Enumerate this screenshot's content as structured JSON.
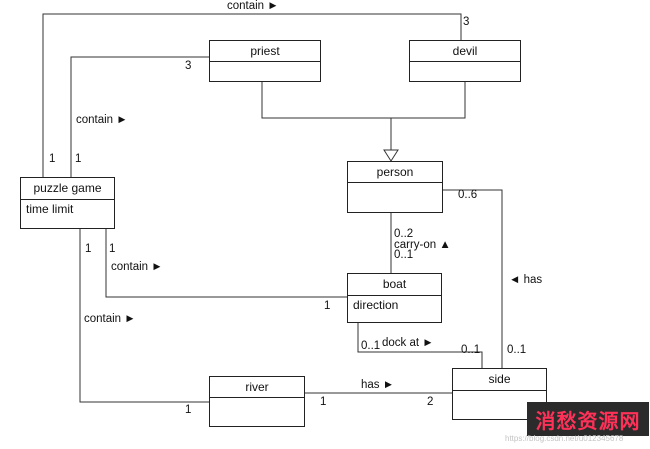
{
  "classes": {
    "priest": {
      "name": "priest"
    },
    "devil": {
      "name": "devil"
    },
    "person": {
      "name": "person"
    },
    "puzzle_game": {
      "name": "puzzle game",
      "attributes": [
        "time limit"
      ]
    },
    "boat": {
      "name": "boat",
      "attributes": [
        "direction"
      ]
    },
    "river": {
      "name": "river"
    },
    "side": {
      "name": "side"
    }
  },
  "relations": {
    "game_devil": {
      "label": "contain ►",
      "mult_game": "1",
      "mult_devil": "3"
    },
    "game_priest": {
      "label": "contain ►",
      "mult_game": "1",
      "mult_priest": "3"
    },
    "person_boat": {
      "label": "carry-on ▲",
      "mult_person": "0..2",
      "mult_boat": "0..1"
    },
    "game_boat": {
      "label": "contain ►",
      "mult_game": "1",
      "mult_boat": "1"
    },
    "game_river": {
      "label": "contain ►",
      "mult_game": "1",
      "mult_river": "1"
    },
    "boat_side": {
      "label": "dock at ►",
      "mult_boat": "0..1",
      "mult_side": "0..1"
    },
    "side_person": {
      "label": "◄ has",
      "mult_person": "0..6",
      "mult_side": "0..1"
    },
    "river_side": {
      "label": "has ►",
      "mult_river": "1",
      "mult_side": "2"
    }
  },
  "watermark": {
    "text": "消愁资源网",
    "url": "https://blog.csdn.net/u012345678"
  }
}
